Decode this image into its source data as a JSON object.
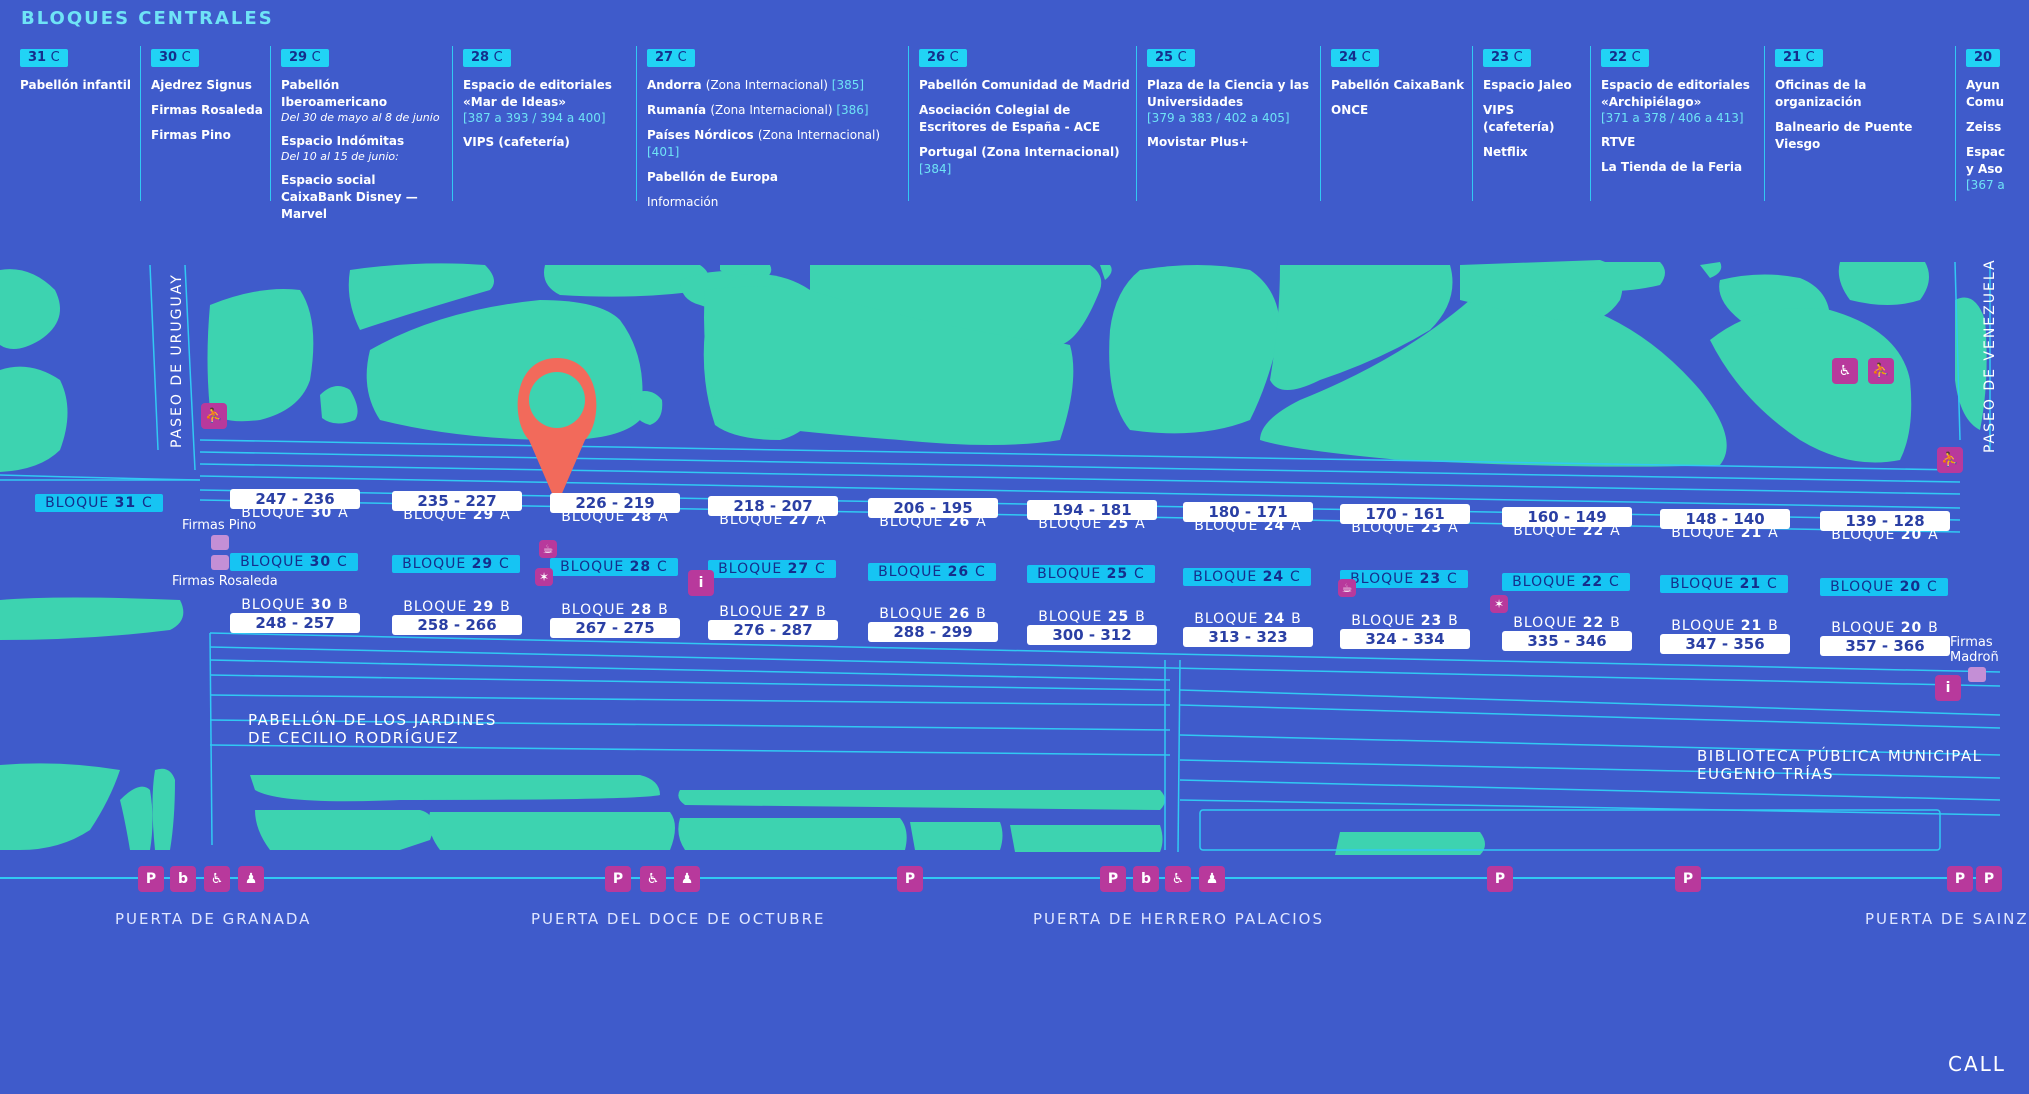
{
  "header": {
    "title": "BLOQUES CENTRALES"
  },
  "columns": [
    {
      "num": "31",
      "letter": "C",
      "entries": [
        {
          "type": "main",
          "text": "Pabellón infantil"
        }
      ]
    },
    {
      "num": "30",
      "letter": "C",
      "entries": [
        {
          "type": "main",
          "text": "Ajedrez Signus"
        },
        {
          "type": "main",
          "text": "Firmas Rosaleda"
        },
        {
          "type": "main",
          "text": "Firmas Pino"
        }
      ]
    },
    {
      "num": "29",
      "letter": "C",
      "entries": [
        {
          "type": "main",
          "text": "Pabellón Iberoamericano"
        },
        {
          "type": "note",
          "text": "Del 30 de mayo al 8 de junio"
        },
        {
          "type": "main",
          "text": "Espacio Indómitas"
        },
        {
          "type": "note",
          "text": "Del 10 al 15 de junio:"
        },
        {
          "type": "main",
          "text": "Espacio social CaixaBank Disney — Marvel"
        }
      ]
    },
    {
      "num": "28",
      "letter": "C",
      "entries": [
        {
          "type": "main",
          "text": "Espacio de editoriales «Mar de Ideas»"
        },
        {
          "type": "range",
          "text": "[387 a 393 / 394 a 400]"
        },
        {
          "type": "main",
          "text": "VIPS (cafetería)"
        }
      ]
    },
    {
      "num": "27",
      "letter": "C",
      "entries": [
        {
          "type": "mixed",
          "text": "Andorra",
          "extra": "(Zona Internacional)",
          "range": "[385]"
        },
        {
          "type": "mixed",
          "text": "Rumanía",
          "extra": "(Zona Internacional)",
          "range": "[386]"
        },
        {
          "type": "mixed",
          "text": "Países Nórdicos",
          "extra": "(Zona Internacional)",
          "range": "[401]"
        },
        {
          "type": "main",
          "text": "Pabellón de Europa"
        },
        {
          "type": "normal",
          "text": "Información"
        }
      ]
    },
    {
      "num": "26",
      "letter": "C",
      "entries": [
        {
          "type": "main",
          "text": "Pabellón Comunidad de Madrid"
        },
        {
          "type": "main",
          "text": "Asociación Colegial de Escritores de España - ACE"
        },
        {
          "type": "mixed",
          "text": "Portugal (Zona Internacional)",
          "extra": "",
          "range": "[384]"
        }
      ]
    },
    {
      "num": "25",
      "letter": "C",
      "entries": [
        {
          "type": "main",
          "text": "Plaza de la Ciencia y las Universidades"
        },
        {
          "type": "range",
          "text": "[379 a 383 / 402 a 405]"
        },
        {
          "type": "main",
          "text": "Movistar Plus+"
        }
      ]
    },
    {
      "num": "24",
      "letter": "C",
      "entries": [
        {
          "type": "main",
          "text": "Pabellón CaixaBank"
        },
        {
          "type": "main",
          "text": "ONCE"
        }
      ]
    },
    {
      "num": "23",
      "letter": "C",
      "entries": [
        {
          "type": "main",
          "text": "Espacio Jaleo"
        },
        {
          "type": "main",
          "text": "VIPS (cafetería)"
        },
        {
          "type": "main",
          "text": "Netflix"
        }
      ]
    },
    {
      "num": "22",
      "letter": "C",
      "entries": [
        {
          "type": "main",
          "text": "Espacio de editoriales «Archipiélago»"
        },
        {
          "type": "range",
          "text": "[371 a 378 / 406 a 413]"
        },
        {
          "type": "main",
          "text": "RTVE"
        },
        {
          "type": "main",
          "text": "La Tienda de la Feria"
        }
      ]
    },
    {
      "num": "21",
      "letter": "C",
      "entries": [
        {
          "type": "main",
          "text": "Oficinas de la organización"
        },
        {
          "type": "main",
          "text": "Balneario de Puente Viesgo"
        }
      ]
    },
    {
      "num": "20",
      "letter": "",
      "entries": [
        {
          "type": "main",
          "text": "Ayun Comu"
        },
        {
          "type": "main",
          "text": "Zeiss"
        },
        {
          "type": "main",
          "text": "Espac y Aso"
        },
        {
          "type": "range",
          "text": "[367 a"
        }
      ]
    }
  ],
  "upper_blocks": [
    {
      "range": "247 - 236",
      "label": "BLOQUE",
      "num": "30",
      "letter": "A"
    },
    {
      "range": "235 - 227",
      "label": "BLOQUE",
      "num": "29",
      "letter": "A"
    },
    {
      "range": "226 - 219",
      "label": "BLOQUE",
      "num": "28",
      "letter": "A"
    },
    {
      "range": "218 - 207",
      "label": "BLOQUE",
      "num": "27",
      "letter": "A"
    },
    {
      "range": "206 - 195",
      "label": "BLOQUE",
      "num": "26",
      "letter": "A"
    },
    {
      "range": "194 - 181",
      "label": "BLOQUE",
      "num": "25",
      "letter": "A"
    },
    {
      "range": "180 - 171",
      "label": "BLOQUE",
      "num": "24",
      "letter": "A"
    },
    {
      "range": "170 - 161",
      "label": "BLOQUE",
      "num": "23",
      "letter": "A"
    },
    {
      "range": "160 - 149",
      "label": "BLOQUE",
      "num": "22",
      "letter": "A"
    },
    {
      "range": "148 - 140",
      "label": "BLOQUE",
      "num": "21",
      "letter": "A"
    },
    {
      "range": "139 - 128",
      "label": "BLOQUE",
      "num": "20",
      "letter": "A"
    }
  ],
  "c_blocks": [
    {
      "label": "BLOQUE",
      "num": "31",
      "letter": "C"
    },
    {
      "label": "BLOQUE",
      "num": "30",
      "letter": "C"
    },
    {
      "label": "BLOQUE",
      "num": "29",
      "letter": "C"
    },
    {
      "label": "BLOQUE",
      "num": "28",
      "letter": "C"
    },
    {
      "label": "BLOQUE",
      "num": "27",
      "letter": "C"
    },
    {
      "label": "BLOQUE",
      "num": "26",
      "letter": "C"
    },
    {
      "label": "BLOQUE",
      "num": "25",
      "letter": "C"
    },
    {
      "label": "BLOQUE",
      "num": "24",
      "letter": "C"
    },
    {
      "label": "BLOQUE",
      "num": "23",
      "letter": "C"
    },
    {
      "label": "BLOQUE",
      "num": "22",
      "letter": "C"
    },
    {
      "label": "BLOQUE",
      "num": "21",
      "letter": "C"
    },
    {
      "label": "BLOQUE",
      "num": "20",
      "letter": "C"
    }
  ],
  "lower_blocks": [
    {
      "range": "248 - 257",
      "label": "BLOQUE",
      "num": "30",
      "letter": "B"
    },
    {
      "range": "258 - 266",
      "label": "BLOQUE",
      "num": "29",
      "letter": "B"
    },
    {
      "range": "267 - 275",
      "label": "BLOQUE",
      "num": "28",
      "letter": "B"
    },
    {
      "range": "276 - 287",
      "label": "BLOQUE",
      "num": "27",
      "letter": "B"
    },
    {
      "range": "288 - 299",
      "label": "BLOQUE",
      "num": "26",
      "letter": "B"
    },
    {
      "range": "300 - 312",
      "label": "BLOQUE",
      "num": "25",
      "letter": "B"
    },
    {
      "range": "313 - 323",
      "label": "BLOQUE",
      "num": "24",
      "letter": "B"
    },
    {
      "range": "324 - 334",
      "label": "BLOQUE",
      "num": "23",
      "letter": "B"
    },
    {
      "range": "335 - 346",
      "label": "BLOQUE",
      "num": "22",
      "letter": "B"
    },
    {
      "range": "347 - 356",
      "label": "BLOQUE",
      "num": "21",
      "letter": "B"
    },
    {
      "range": "357 - 366",
      "label": "BLOQUE",
      "num": "20",
      "letter": "B"
    }
  ],
  "streets": {
    "left": "PASEO DE URUGUAY",
    "right": "PASEO DE VENEZUELA",
    "bottom_right": "CALL"
  },
  "signings": {
    "pino": "Firmas Pino",
    "rosaleda": "Firmas Rosaleda",
    "right": "Firmas Madroñ"
  },
  "pavilions": {
    "left": "PABELLÓN DE LOS JARDINES DE CECILIO RODRÍGUEZ",
    "right": "BIBLIOTECA PÚBLICA MUNICIPAL EUGENIO TRÍAS"
  },
  "gates": [
    "PUERTA DE GRANADA",
    "PUERTA DEL DOCE DE OCTUBRE",
    "PUERTA DE HERRERO PALACIOS",
    "PUERTA DE SAINZ"
  ],
  "icons": {
    "restroom": "restroom-icon",
    "accessible": "accessible-icon",
    "info": "info-icon",
    "cafe": "cafe-icon",
    "parking": "parking-icon",
    "bike": "bicimad-icon",
    "pedestrian": "pedestrian-icon",
    "first_aid": "first-aid-icon",
    "pin": "location-pin-icon"
  },
  "colors": {
    "background": "#3f5bcb",
    "park_green": "#3dd3b0",
    "path_cyan": "#31c9f3",
    "block_c": "#16c4f3",
    "label_white": "#ffffff",
    "pin_red": "#f26a5b",
    "icon_magenta": "#b8399c"
  }
}
